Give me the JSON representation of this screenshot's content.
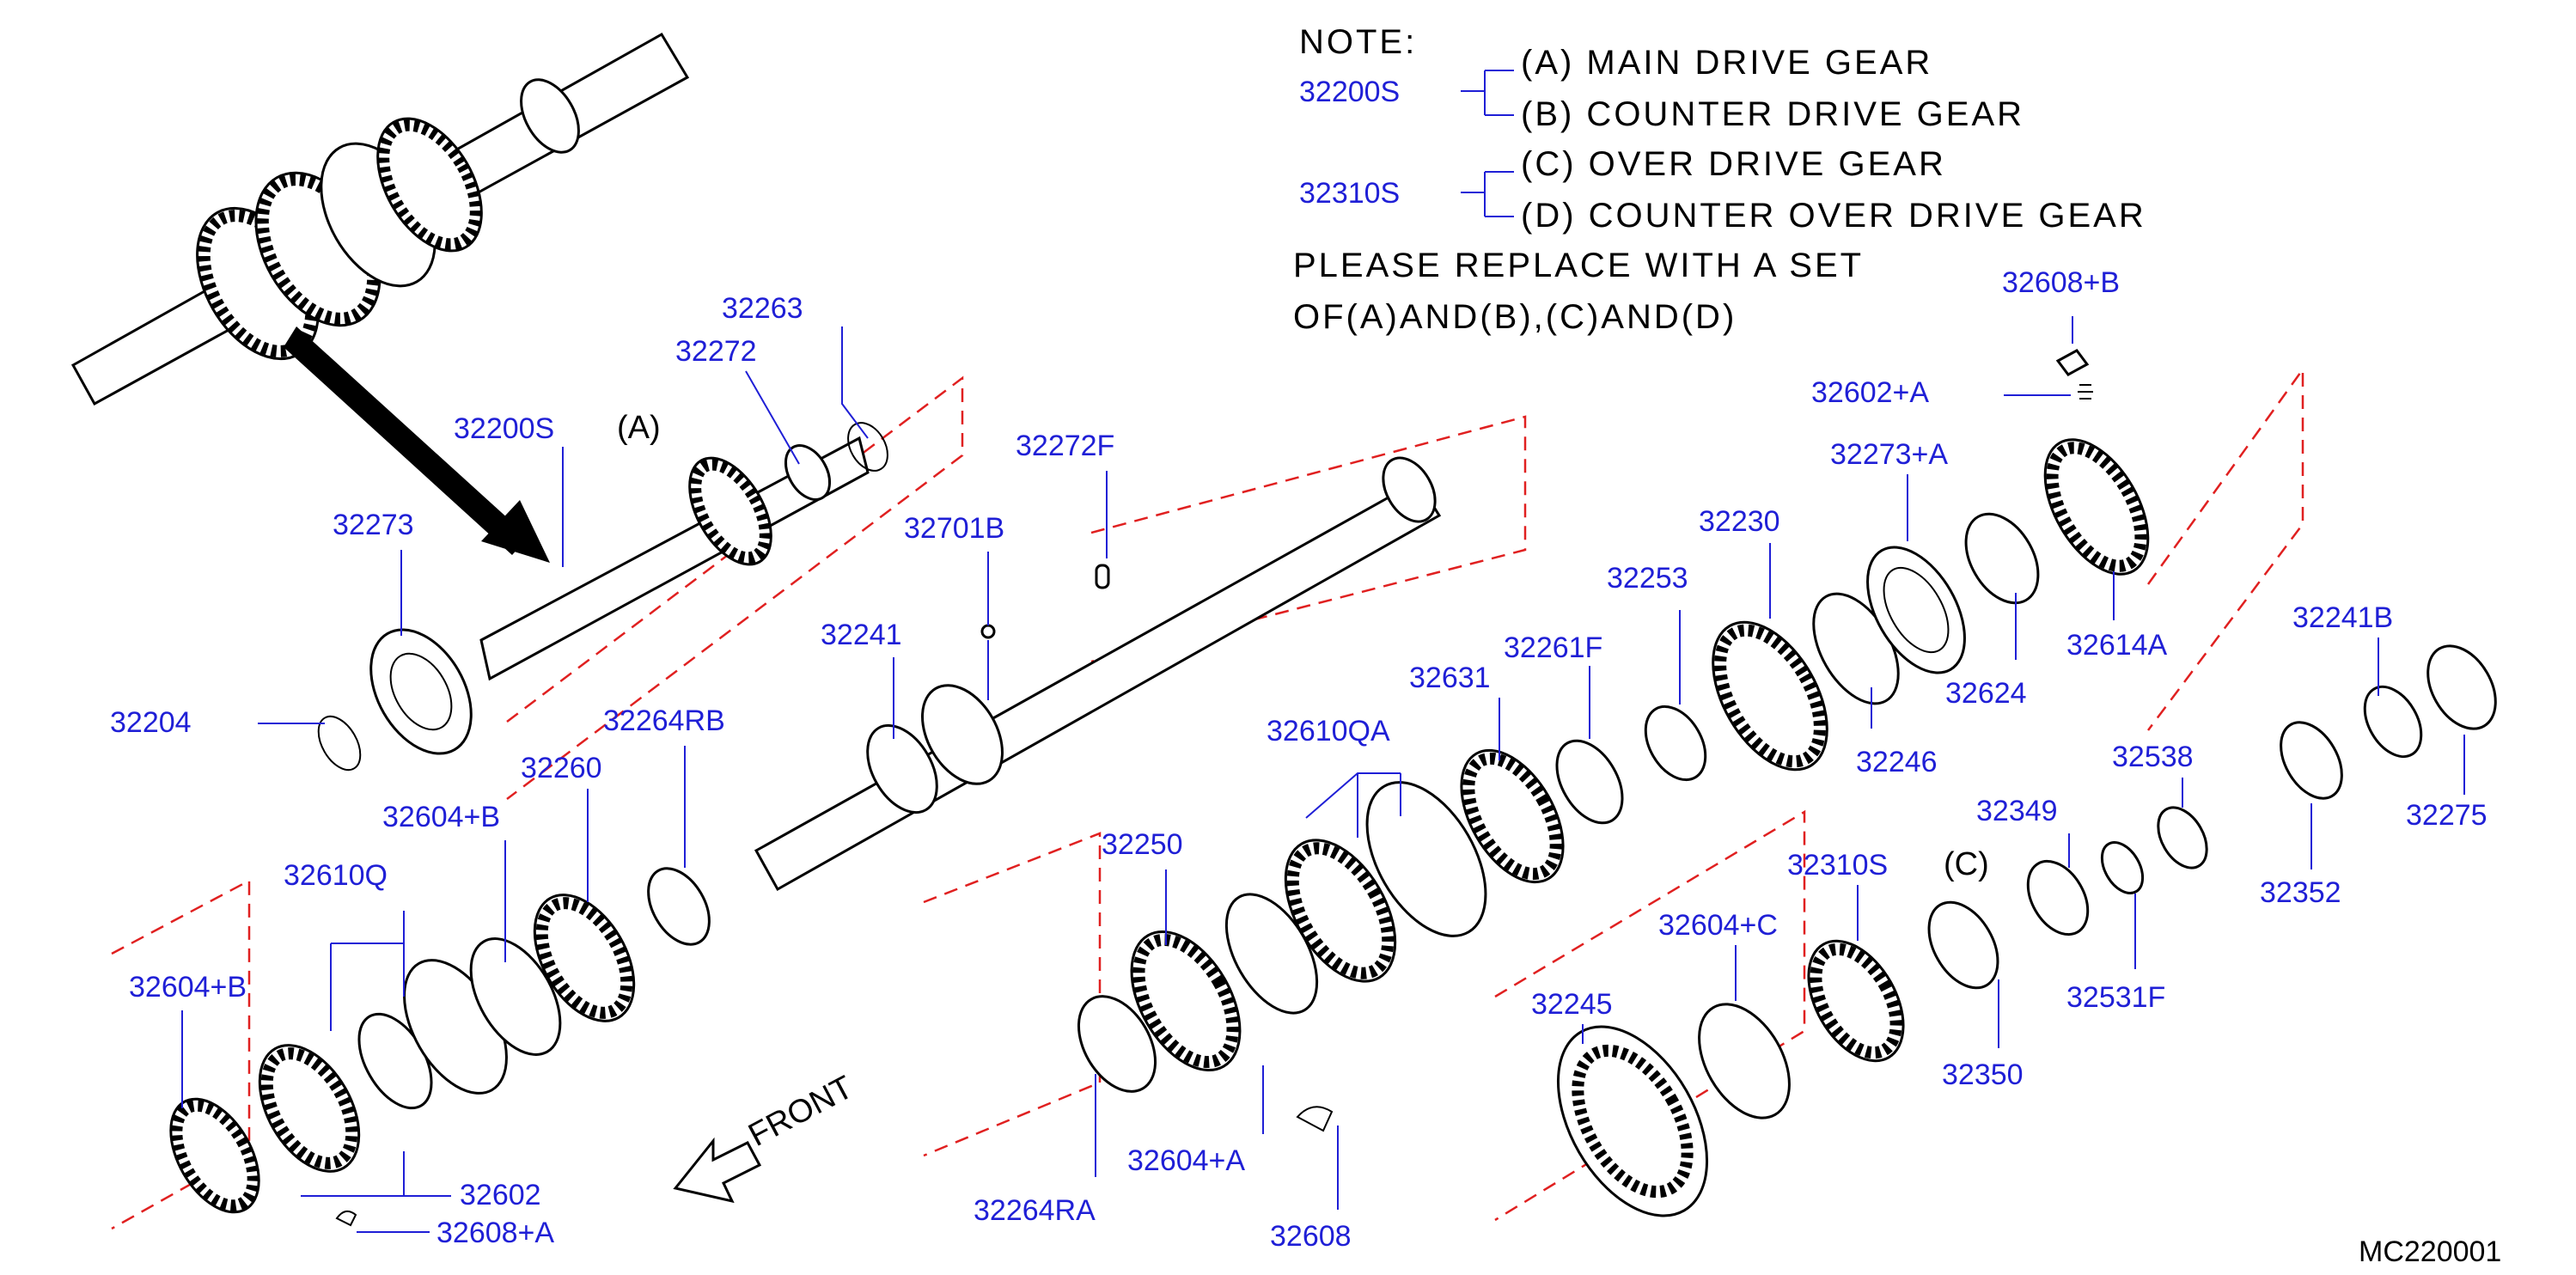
{
  "note": {
    "title": "NOTE:",
    "groups": [
      {
        "part": "32200S",
        "items": [
          "(A)  MAIN  DRIVE  GEAR",
          "(B)  COUNTER  DRIVE  GEAR"
        ]
      },
      {
        "part": "32310S",
        "items": [
          "(C)  OVER  DRIVE  GEAR",
          "(D)  COUNTER  OVER  DRIVE  GEAR"
        ]
      }
    ],
    "replace_line1": "PLEASE  REPLACE  WITH  A  SET",
    "replace_line2": "OF(A)AND(B),(C)AND(D)"
  },
  "group_markers": {
    "a": "(A)",
    "c": "(C)"
  },
  "front_label": "FRONT",
  "diagram_code": "MC220001",
  "part_numbers": {
    "p32263": "32263",
    "p32272": "32272",
    "p32200S": "32200S",
    "p32273": "32273",
    "p32204": "32204",
    "p32272F": "32272F",
    "p32701B": "32701B",
    "p32241": "32241",
    "p32264RB": "32264RB",
    "p32260": "32260",
    "p32604B_upper": "32604+B",
    "p32610Q": "32610Q",
    "p32604B_lower": "32604+B",
    "p32602": "32602",
    "p32608A": "32608+A",
    "p32608B": "32608+B",
    "p32602A": "32602+A",
    "p32273A": "32273+A",
    "p32230": "32230",
    "p32253": "32253",
    "p32261F": "32261F",
    "p32631": "32631",
    "p32610QA": "32610QA",
    "p32250": "32250",
    "p32624": "32624",
    "p32246": "32246",
    "p32614A": "32614A",
    "p32241B": "32241B",
    "p32275": "32275",
    "p32538": "32538",
    "p32349": "32349",
    "p32352": "32352",
    "p32310S": "32310S",
    "p32604C": "32604+C",
    "p32245": "32245",
    "p32531F": "32531F",
    "p32350": "32350",
    "p32264RA": "32264RA",
    "p32604A": "32604+A",
    "p32608": "32608"
  }
}
